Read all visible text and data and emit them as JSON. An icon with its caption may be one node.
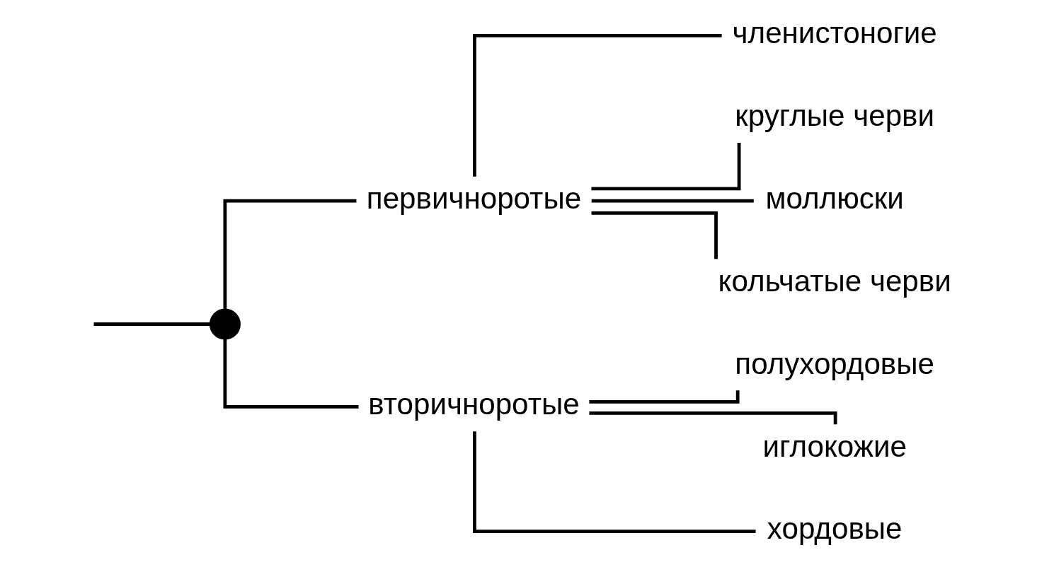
{
  "diagram": {
    "nodes": [
      {
        "text": [],
        "shape": "circle"
      },
      {
        "text": [
          "первичноротые"
        ]
      },
      {
        "text": [
          "вторичноротые"
        ]
      },
      {
        "text": [
          "членистоногие"
        ]
      },
      {
        "text": [
          "круглые черви"
        ]
      },
      {
        "text": [
          "моллюски"
        ]
      },
      {
        "text": [
          "кольчатые черви"
        ]
      },
      {
        "text": [
          "полухордовые"
        ]
      },
      {
        "text": [
          "иглокожие"
        ]
      },
      {
        "text": [
          "хордовые"
        ]
      }
    ],
    "edges": [
      {
        "from": null,
        "to": 0,
        "arrow": "none"
      },
      {
        "from": 0,
        "to": 1,
        "arrow": "none"
      },
      {
        "from": 0,
        "to": 2,
        "arrow": "none"
      },
      {
        "from": 1,
        "to": 3,
        "arrow": "none"
      },
      {
        "from": 1,
        "to": 4,
        "arrow": "none"
      },
      {
        "from": 1,
        "to": 5,
        "arrow": "none"
      },
      {
        "from": 1,
        "to": 6,
        "arrow": "none"
      },
      {
        "from": 2,
        "to": 7,
        "arrow": "none"
      },
      {
        "from": 2,
        "to": 8,
        "arrow": "none"
      },
      {
        "from": 2,
        "to": 9,
        "arrow": "none"
      }
    ]
  }
}
